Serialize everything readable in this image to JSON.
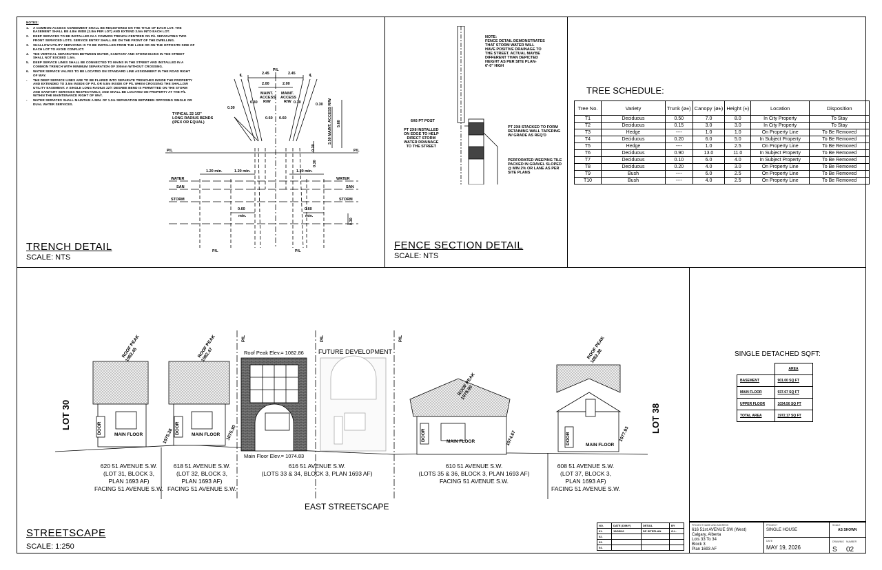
{
  "notes": {
    "heading": "NOTES:",
    "items": [
      {
        "n": "1.",
        "t": "A COMMON ACCESS AGREEMENT SHALL BE REGISTERED ON THE TITLE OF EACH LOT. THE EASEMENT SHALL BE 4.8m WIDE (2.8m PER LOT) AND EXTEND 3.5m INTO EACH LOT."
      },
      {
        "n": "2.",
        "t": "DEEP SERVICES TO BE INSTALLED IN A COMMON TRENCH CENTRED ON P/L SEPARATING TWO FRONT SERVICED LOTS. SERVICE ENTRY SHALL BE ON THE FRONT OF THE DWELLING."
      },
      {
        "n": "3.",
        "t": "SHALLOW UTILITY SERVICING IS TO BE INSTALLED FROM THE LANE OR ON THE OPPOSITE SIDE OF EACH LOT TO AVOID CONFLICT."
      },
      {
        "n": "4.",
        "t": "THE VERTICAL SEPARATION BETWEEN WATER, SANITARY AND STORM MAINS IN THE STREET SHALL NOT EXCEED 1.5m."
      },
      {
        "n": "5.",
        "t": "DEEP SERVICE LINES SHALL BE CONNECTED TO MAINS IN THE STREET AND INSTALLED IN A COMMON TRENCH WITH MINIMUM SEPARATION OF 300mm WITHOUT CROSSING."
      },
      {
        "n": "6.",
        "t": "WATER SERVICE VALVES TO BE LOCATED ON STANDARD LINE ASSIGNMENT IN THE ROAD RIGHT OF WAY."
      },
      {
        "n": "-",
        "t": "THE DEEP SERVICE LINES ARE TO BE FLARED INTO SEPARATE TRENCHES INSIDE THE PROPERTY AND EXTENDED TO 3.5m INSIDE OF P/L OR 5.8m INSIDE OF P/L WHEN CROSSING THE SHALLOW UTILITY EASEMENT. A SINGLE LONG RADIUS 22½ DEGREE BEND IS PERMITTED ON THE STORM AND SANITARY SERVICES RESPECTIVELY, AND SHALL BE LOCATED ON PROPERTY AT THE P/L WITHIN THE MAINTENANCE RIGHT OF WAY."
      },
      {
        "n": "-",
        "t": "WATER SERVICES SHALL MAINTAIN A MIN. OF 1.2m SEPARATION BETWEEN OPPOSING SINGLE OR DUAL WATER SERVICES."
      }
    ]
  },
  "trench": {
    "title": "TRENCH DETAIL",
    "scale": "SCALE:  NTS",
    "dims": {
      "d245": "2.45",
      "d200": "2.00",
      "d030": "0.30",
      "d060": "0.60",
      "d120": "1.20 min.",
      "d060min": "0.60",
      "min": "min.",
      "d350": "3.50",
      "d560": "5.60"
    },
    "maint": [
      "MAINT.",
      "ACCESS",
      "R/W"
    ],
    "maint_side": "3.50 MAINT. ACCESS R/W",
    "typical": [
      "TYPICAL 22 1/2\"",
      "LONG RADIUS BENDS",
      "(IPEX OR EQUAL)"
    ],
    "pl": "P/L",
    "cl": "℄",
    "water": "WATER",
    "san": "SAN",
    "storm": "STORM"
  },
  "fence": {
    "title": "FENCE SECTION DETAIL",
    "scale": "SCALE:  NTS",
    "note": [
      "NOTE:",
      "FENCE DETAIL DEMONSTRATES",
      "THAT STORM WATER WILL",
      "HAVE POSITIVE DRAINAGE TO",
      "THE STREET. ACTUAL MAYBE",
      "DIFFERENT THAN DEPICTED",
      "HEIGHT AS PER SITE PLAN-",
      "6'-0\" HIGH"
    ],
    "post": "6X6 PT POST",
    "left": [
      "PT 2X8 INSTALLED",
      "ON EDGE TO HELP",
      "DIRECT STORM",
      "WATER DRAINAGE",
      "TO THE STREET"
    ],
    "right1": [
      "PT 2X8 STACKED TO FORM",
      "RETAINING WALL TAPERING",
      "W/ GRADE AS REQ'D"
    ],
    "right2": [
      "PERFORATED WEEPING TILE",
      "PACKED IN GRAVEL SLOPED",
      "@ MIN 2% OR LANE AS PER",
      "SITE PLANS"
    ]
  },
  "tree_schedule": {
    "title": "TREE SCHEDULE:",
    "headers": [
      "Tree No.",
      "Variety",
      "Trunk (ø±)",
      "Canopy (ø±)",
      "Height (±)",
      "Location",
      "Disposition"
    ],
    "rows": [
      [
        "T1",
        "Deciduous",
        "0.50",
        "7.0",
        "8.0",
        "In City Property",
        "To Stay"
      ],
      [
        "T2",
        "Deciduous",
        "0.15",
        "3.0",
        "3.0",
        "In City Property",
        "To Stay"
      ],
      [
        "T3",
        "Hedge",
        "----",
        "1.0",
        "1.0",
        "On Property Line",
        "To Be Removed"
      ],
      [
        "T4",
        "Deciduous",
        "0.20",
        "6.0",
        "5.0",
        "In Subject Property",
        "To Be Removed"
      ],
      [
        "T5",
        "Hedge",
        "----",
        "1.0",
        "2.5",
        "On Property Line",
        "To Be Removed"
      ],
      [
        "T6",
        "Deciduous",
        "0.90",
        "13.0",
        "11.0",
        "In Subject Property",
        "To Be Removed"
      ],
      [
        "T7",
        "Deciduous",
        "0.10",
        "6.0",
        "4.0",
        "In Subject Property",
        "To Be Removed"
      ],
      [
        "T8",
        "Deciduous",
        "0.20",
        "4.0",
        "3.0",
        "On Property Line",
        "To Be Removed"
      ],
      [
        "T9",
        "Bush",
        "----",
        "6.0",
        "2.5",
        "On Property Line",
        "To Be Removed"
      ],
      [
        "T10",
        "Bush",
        "----",
        "4.0",
        "2.5",
        "On Property Line",
        "To Be Removed"
      ]
    ]
  },
  "streetscape": {
    "title": "STREETSCAPE",
    "scale": "SCALE:  1:250",
    "east": "EAST STREETSCAPE",
    "lot_left": "LOT 30",
    "lot_right": "LOT 38",
    "pl": "P/L",
    "door": "DOOR",
    "main_floor": "MAIN FLOOR",
    "roof_peak": "ROOF PEAK",
    "peaks": [
      "1082.45",
      "1082.47",
      "1079.00",
      "1082.38"
    ],
    "grades": [
      "1075.28",
      "1075.30",
      "1074.67",
      "1077.93"
    ],
    "roof_peak_elev": "Roof Peak Elev.= 1082.86",
    "main_floor_elev": "Main Floor Elev.= 1074.83",
    "future": "FUTURE DEVELOPMENT",
    "addr1": [
      "620 51 AVENUE S.W.",
      "(LOT 31, BLOCK 3,",
      "PLAN 1693 AF)",
      "FACING 51 AVENUE S.W."
    ],
    "addr2": [
      "618 51 AVENUE S.W.",
      "(LOT 32, BLOCK 3,",
      "PLAN 1693 AF)",
      "FACING 51 AVENUE S.W."
    ],
    "addr3": [
      "616 51 AVENUE S.W.",
      "(LOTS 33 & 34, BLOCK 3, PLAN 1693 AF)"
    ],
    "addr4": [
      "610 51 AVENUE S.W.",
      "(LOTS 35 & 36, BLOCK 3, PLAN 1693 AF)",
      "FACING 51 AVENUE S.W."
    ],
    "addr5": [
      "608 51 AVENUE S.W.",
      "(LOT 37, BLOCK 3,",
      "PLAN 1693 AF)",
      "FACING 51 AVENUE S.W."
    ]
  },
  "sqft": {
    "title": "SINGLE DETACHED SQFT:",
    "area_label": "AREA",
    "rows": [
      [
        "BASEMENT",
        "901.00 SQ FT"
      ],
      [
        "MAIN FLOOR",
        "937.67 SQ FT"
      ],
      [
        "UPPER FLOOR",
        "1034.50 SQ FT"
      ],
      [
        "TOTAL AREA",
        "1972.17 SQ FT"
      ]
    ]
  },
  "title_block": {
    "headers": [
      "NO.",
      "DATE (D/M/Y)",
      "DETAIL",
      "BY"
    ],
    "rows": [
      [
        "01.",
        "15/05/26",
        "DP SITEPLAN",
        "G.L."
      ],
      [
        "02.",
        "",
        "",
        ""
      ],
      [
        "03.",
        "",
        "",
        ""
      ],
      [
        "04.",
        "",
        "",
        ""
      ]
    ],
    "proj_label": "PROJECT NAME AND ADDRESS",
    "address": [
      "616 51st AVENUE SW (West)",
      "Calgary, Alberta",
      "Lots 33 To 34",
      "Block 3",
      "Plan 1693 AF"
    ],
    "project_label": "PROJECT",
    "project": "SINGLE HOUSE",
    "date_label": "DATE",
    "date": "MAY 19, 2026",
    "scale_label": "SCALE",
    "scale": "AS SHOWN",
    "drawing_label": "DRAWING",
    "drawing": "S",
    "number_label": "NUMBER",
    "number": "02"
  }
}
